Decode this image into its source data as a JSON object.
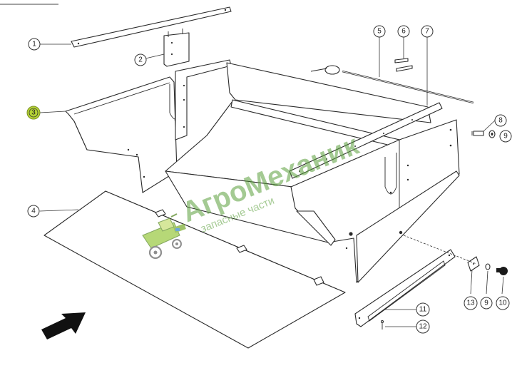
{
  "diagram": {
    "callouts": [
      {
        "id": "c1",
        "label": "1",
        "highlighted": false
      },
      {
        "id": "c2",
        "label": "2",
        "highlighted": false
      },
      {
        "id": "c3",
        "label": "3",
        "highlighted": true
      },
      {
        "id": "c4",
        "label": "4",
        "highlighted": false
      },
      {
        "id": "c5",
        "label": "5",
        "highlighted": false
      },
      {
        "id": "c6",
        "label": "6",
        "highlighted": false
      },
      {
        "id": "c7",
        "label": "7",
        "highlighted": false
      },
      {
        "id": "c8",
        "label": "8",
        "highlighted": false
      },
      {
        "id": "c9a",
        "label": "9",
        "highlighted": false
      },
      {
        "id": "c9b",
        "label": "9",
        "highlighted": false
      },
      {
        "id": "c10",
        "label": "10",
        "highlighted": false
      },
      {
        "id": "c11",
        "label": "11",
        "highlighted": false
      },
      {
        "id": "c12",
        "label": "12",
        "highlighted": false
      },
      {
        "id": "c13",
        "label": "13",
        "highlighted": false
      }
    ],
    "highlight_color": "#b5d334",
    "direction_arrow_icon": "direction-arrow-icon"
  },
  "watermark": {
    "brand": "АгроМеханик",
    "tagline": "запасные части",
    "logo_icon": "combine-harvester-icon",
    "color": "#5a9e3a"
  }
}
